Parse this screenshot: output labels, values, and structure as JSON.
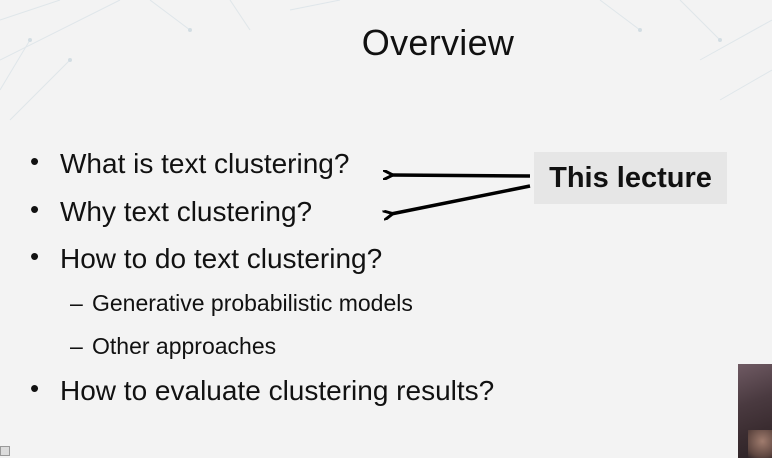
{
  "slide": {
    "title": "Overview",
    "bullets": [
      {
        "text": "What is text clustering?"
      },
      {
        "text": "Why text clustering?"
      },
      {
        "text": "How to do text clustering?"
      },
      {
        "text": "How to evaluate clustering results?"
      }
    ],
    "sub_bullets": [
      {
        "text": "Generative probabilistic models"
      },
      {
        "text": "Other approaches"
      }
    ],
    "bullet_symbol": "•",
    "sub_bullet_symbol": "–",
    "callout": "This lecture"
  },
  "colors": {
    "background": "#f3f3f3",
    "text": "#111111",
    "callout_background": "#e6e6e6"
  }
}
